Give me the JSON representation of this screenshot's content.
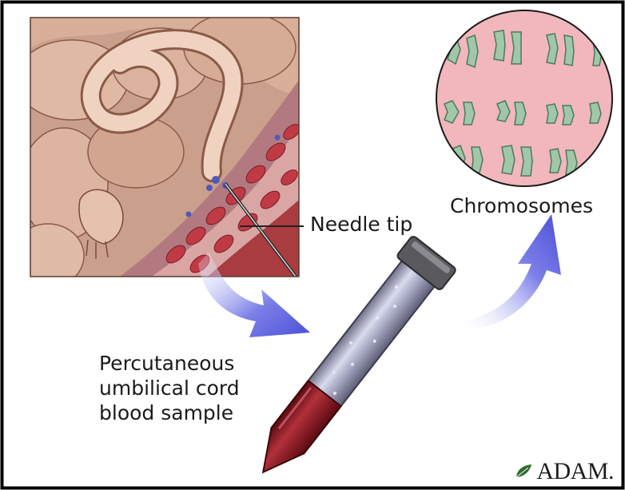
{
  "labels": {
    "needle": "Needle tip",
    "chromosomes": "Chromosomes",
    "procedure_line1": "Percutaneous",
    "procedure_line2": "umbilical cord",
    "procedure_line3": "blood sample"
  },
  "brand": {
    "text": "ADAM."
  },
  "colors": {
    "border": "#000000",
    "arrow": "#6b6fe0",
    "blood": "#8e1a24",
    "chromosome_bg": "#f2b6bd",
    "chromosome": "#9fc7a8"
  },
  "icons": [
    "leaf-icon"
  ]
}
